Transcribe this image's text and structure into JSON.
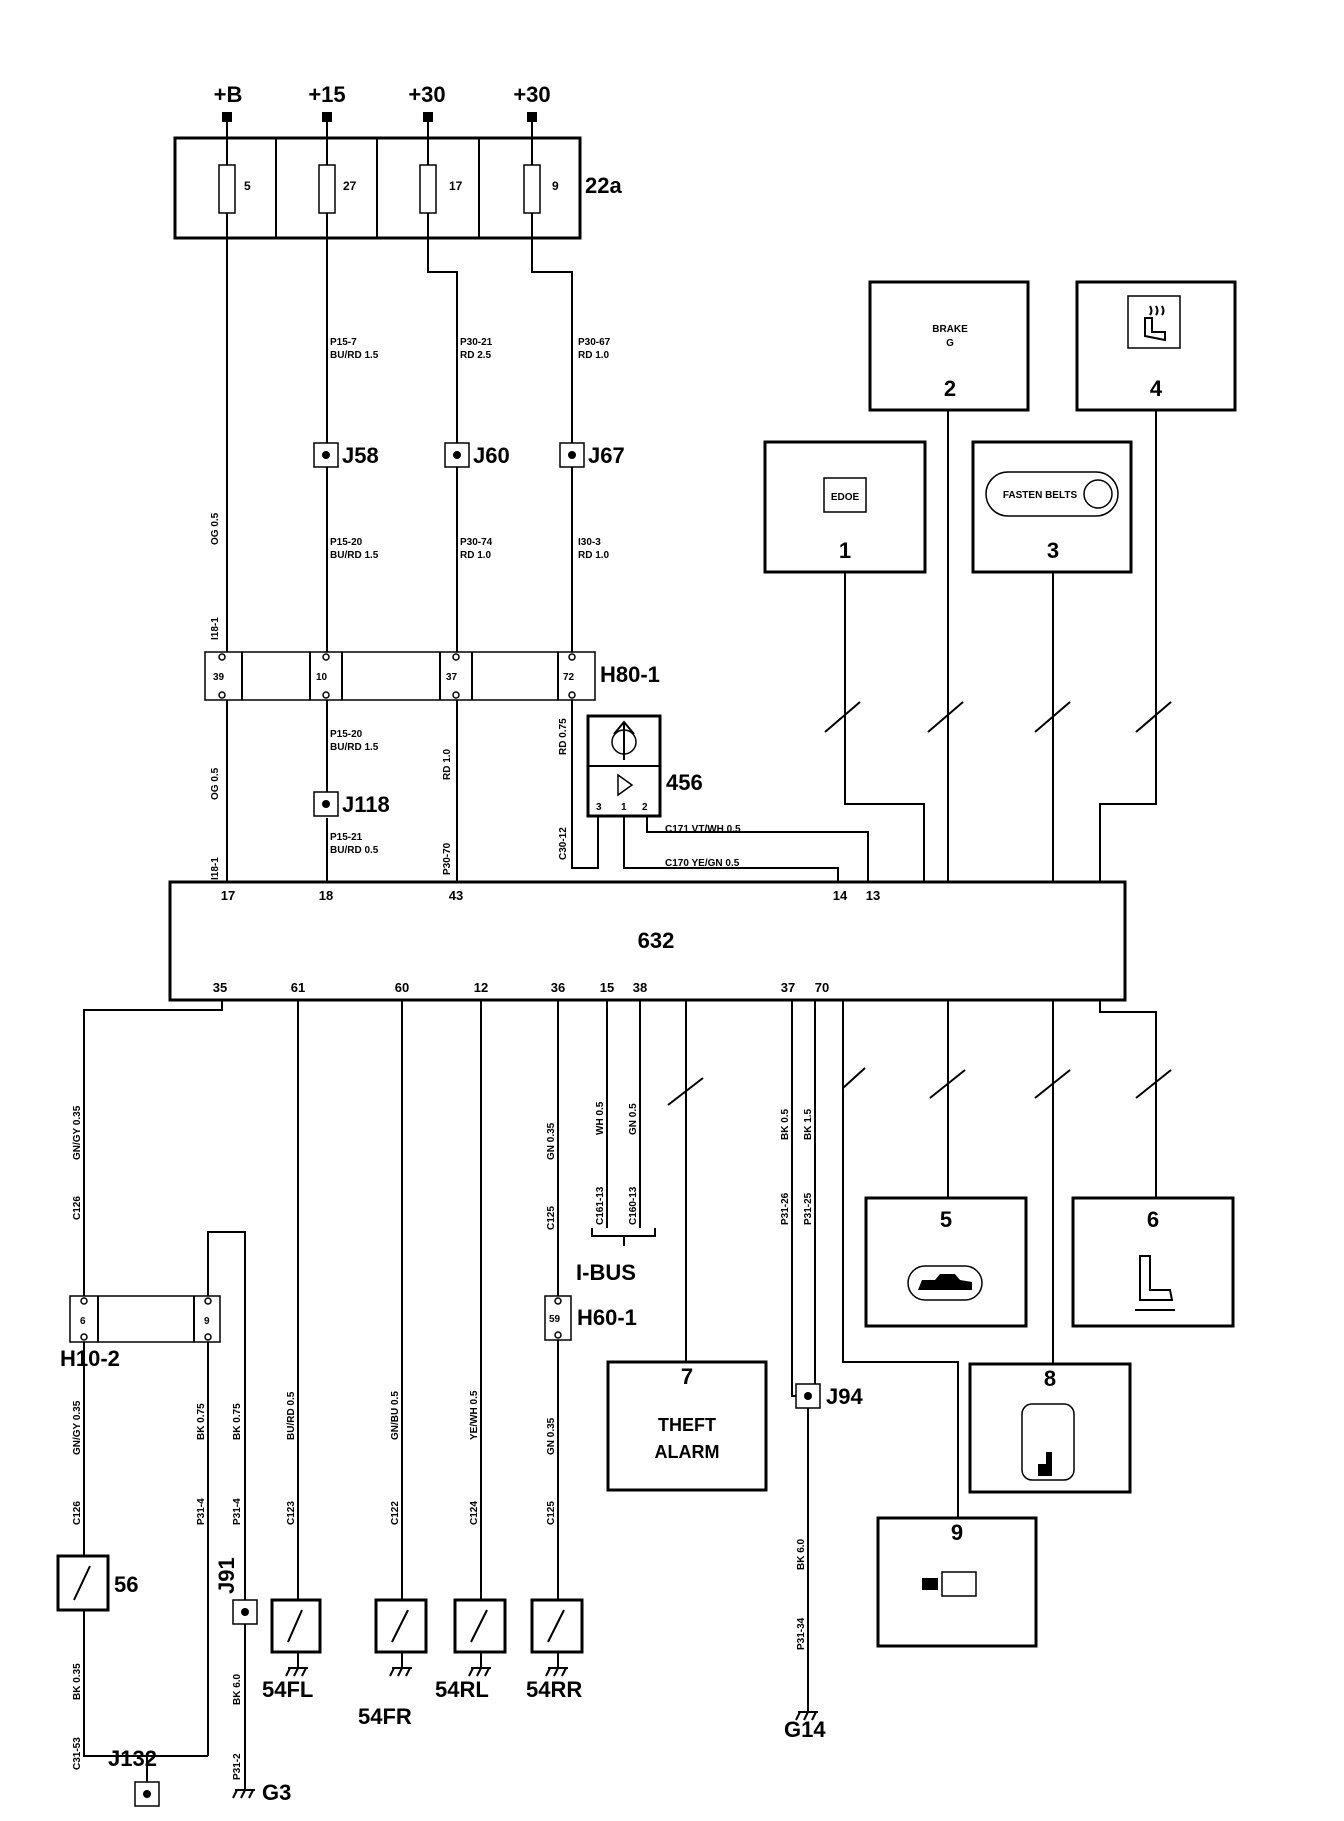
{
  "supply": [
    "+B",
    "+15",
    "+30",
    "+30"
  ],
  "fusebox": {
    "id": "22a",
    "fuses": [
      "5",
      "27",
      "17",
      "9"
    ]
  },
  "wires_top": {
    "p15_7": [
      "P15-7",
      "BU/RD  1.5"
    ],
    "p30_21": [
      "P30-21",
      "RD  2.5"
    ],
    "p30_67": [
      "P30-67",
      "RD  1.0"
    ],
    "p15_20": [
      "P15-20",
      "BU/RD  1.5"
    ],
    "p30_74": [
      "P30-74",
      "RD  1.0"
    ],
    "i30_3": [
      "I30-3",
      "RD  1.0"
    ],
    "og05_a": "OG 0.5",
    "i18_1_a": "I18-1",
    "og05_b": "OG 0.5",
    "i18_1_b": "I18-1",
    "p15_20b": [
      "P15-20",
      "BU/RD  1.5"
    ],
    "p15_21": [
      "P15-21",
      "BU/RD  0.5"
    ],
    "rd10": "RD 1.0",
    "p30_70": "P30-70",
    "rd075": "RD 0.75",
    "c30_12": "C30-12",
    "c171": "C171   VT/WH  0.5",
    "c170": "C170   YE/GN  0.5"
  },
  "junctions": [
    "J58",
    "J60",
    "J67",
    "J118",
    "J94",
    "J91",
    "J132"
  ],
  "connector_h80": {
    "label": "H80-1",
    "pins": [
      "39",
      "10",
      "37",
      "72"
    ]
  },
  "module_456": {
    "label": "456",
    "pins": [
      "3",
      "1",
      "2"
    ]
  },
  "module_632": {
    "label": "632",
    "top_pins": [
      "17",
      "18",
      "43",
      "14",
      "13"
    ],
    "bottom_pins": [
      "35",
      "61",
      "60",
      "12",
      "36",
      "15",
      "38",
      "37",
      "70"
    ]
  },
  "boxes": {
    "b1": {
      "num": "1",
      "icon": "EDOE"
    },
    "b2": {
      "num": "2",
      "text1": "BRAKE",
      "text2": "G"
    },
    "b3": {
      "num": "3",
      "icon": "FASTEN BELTS"
    },
    "b4": {
      "num": "4"
    },
    "b5": {
      "num": "5"
    },
    "b6": {
      "num": "6"
    },
    "b7": {
      "num": "7",
      "text1": "THEFT",
      "text2": "ALARM"
    },
    "b8": {
      "num": "8"
    },
    "b9": {
      "num": "9"
    }
  },
  "wires_bottom": {
    "c126a": [
      "C126",
      "GN/GY 0.35"
    ],
    "c126b": [
      "C126",
      "GN/GY 0.35"
    ],
    "c123": [
      "C123",
      "BU/RD 0.5"
    ],
    "c122": [
      "C122",
      "GN/BU 0.5"
    ],
    "c124": [
      "C124",
      "YE/WH 0.5"
    ],
    "c125a": [
      "C125",
      "GN 0.35"
    ],
    "c125b": [
      "C125",
      "GN 0.35"
    ],
    "c161": [
      "C161-13",
      "WH 0.5"
    ],
    "c160": [
      "C160-13",
      "GN 0.5"
    ],
    "p31_26": [
      "P31-26",
      "BK 0.5"
    ],
    "p31_25": [
      "P31-25",
      "BK 1.5"
    ],
    "p31_4a": [
      "P31-4",
      "BK 0.75"
    ],
    "p31_4b": [
      "P31-4",
      "BK 0.75"
    ],
    "c31_53": [
      "C31-53",
      "BK 0.35"
    ],
    "p31_2": [
      "P31-2",
      "BK 6.0"
    ],
    "p31_34": [
      "P31-34",
      "BK 6.0"
    ]
  },
  "connector_h10": {
    "label": "H10-2",
    "pins": [
      "6",
      "9"
    ]
  },
  "connector_h60": {
    "label": "H60-1",
    "pins": [
      "59"
    ]
  },
  "ibus": "I-BUS",
  "switch_56": "56",
  "switches": [
    "54FL",
    "54FR",
    "54RL",
    "54RR"
  ],
  "grounds": [
    "G14",
    "G3"
  ]
}
